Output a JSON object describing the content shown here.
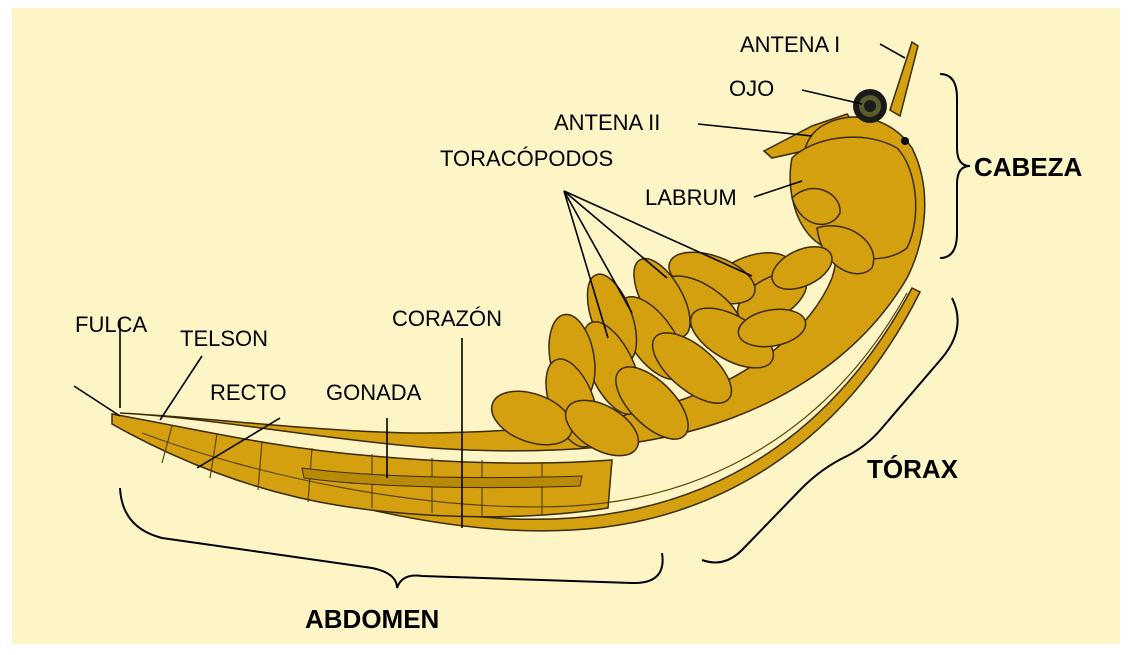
{
  "diagram": {
    "background_color": "#fdf5c6",
    "body_color": "#d4a010",
    "labels": {
      "antena1": "ANTENA I",
      "ojo": "OJO",
      "antena2": "ANTENA II",
      "toracopodos": "TORACÓPODOS",
      "labrum": "LABRUM",
      "fulca": "FULCA",
      "telson": "TELSON",
      "corazon": "CORAZÓN",
      "recto": "RECTO",
      "gonada": "GONADA"
    },
    "regions": {
      "cabeza": "CABEZA",
      "torax": "TÓRAX",
      "abdomen": "ABDOMEN"
    }
  }
}
